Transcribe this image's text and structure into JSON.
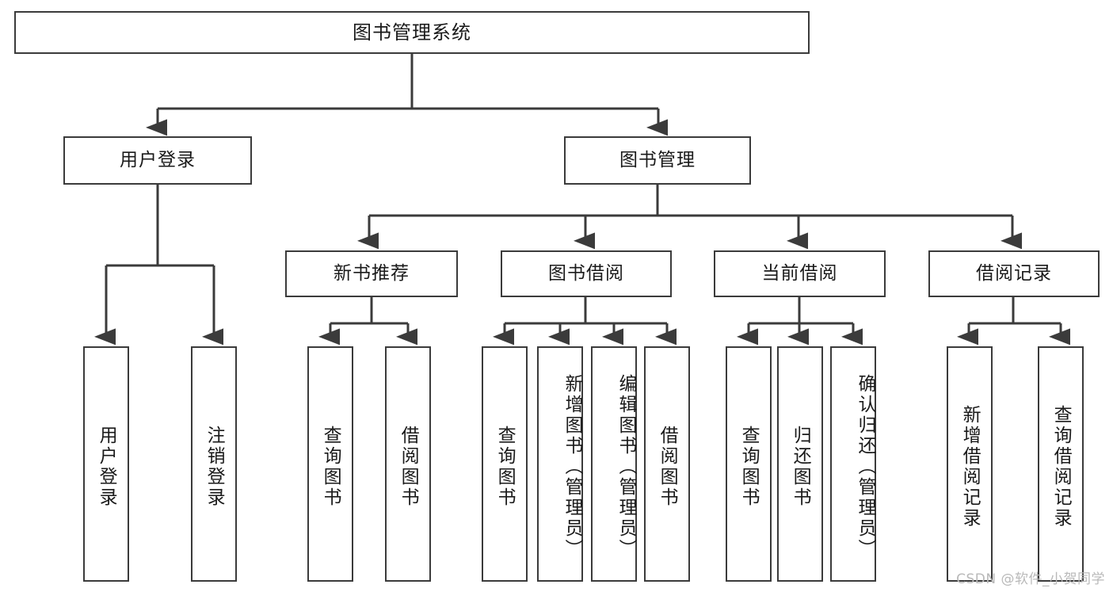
{
  "diagram": {
    "type": "tree-hierarchy",
    "title": "图书管理系统",
    "stroke_color": "#3b3b3b",
    "fill_color": "#ffffff",
    "text_color": "#1a1a1a",
    "levels": {
      "root": {
        "label": "图书管理系统"
      },
      "level2": [
        {
          "label": "用户登录"
        },
        {
          "label": "图书管理"
        }
      ],
      "level3": [
        {
          "label": "新书推荐"
        },
        {
          "label": "图书借阅"
        },
        {
          "label": "当前借阅"
        },
        {
          "label": "借阅记录"
        }
      ],
      "leaves": {
        "user_login": [
          {
            "label": "用户登录"
          },
          {
            "label": "注销登录"
          }
        ],
        "new_book_recommend": [
          {
            "label": "查询图书"
          },
          {
            "label": "借阅图书"
          }
        ],
        "book_borrow": [
          {
            "label": "查询图书"
          },
          {
            "label": "新增图书（管理员）"
          },
          {
            "label": "编辑图书（管理员）"
          },
          {
            "label": "借阅图书"
          }
        ],
        "current_borrow": [
          {
            "label": "查询图书"
          },
          {
            "label": "归还图书"
          },
          {
            "label": "确认归还（管理员）"
          }
        ],
        "borrow_record": [
          {
            "label": "新增借阅记录"
          },
          {
            "label": "查询借阅记录"
          }
        ]
      }
    }
  },
  "watermark": {
    "text": "CSDN @软件_小贺同学"
  }
}
